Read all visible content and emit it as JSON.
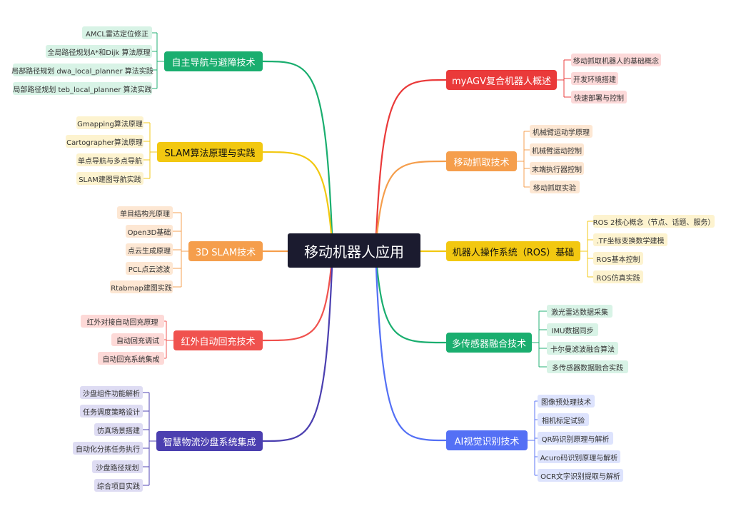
{
  "center": {
    "label": "移动机器人应用"
  },
  "branches": [
    {
      "id": "b1",
      "label": "自主导航与避障技术",
      "color": "#1aae6f",
      "light": "#d8f3e6",
      "leaves": [
        "AMCL雷达定位修正",
        "全局路径规划A*和Dijk 算法原理",
        "局部路径规划 dwa_local_planner 算法实践",
        "局部路径规划 teb_local_planner 算法实践"
      ]
    },
    {
      "id": "b2",
      "label": "SLAM算法原理与实践",
      "color": "#f2c811",
      "light": "#fdf3cf",
      "leaves": [
        "Gmapping算法原理",
        "Cartographer算法原理",
        "单点导航与多点导航",
        "SLAM建图导航实践"
      ]
    },
    {
      "id": "b3",
      "label": "3D SLAM技术",
      "color": "#f59e4c",
      "light": "#fde7d3",
      "leaves": [
        "单目结构光原理",
        "Open3D基础",
        "点云生成原理",
        "PCL点云滤波",
        "Rtabmap建图实践"
      ]
    },
    {
      "id": "b4",
      "label": "红外自动回充技术",
      "color": "#f0524e",
      "light": "#fdd9d7",
      "leaves": [
        "红外对接自动回充原理",
        "自动回充调试",
        "自动回充系统集成"
      ]
    },
    {
      "id": "b5",
      "label": "智慧物流沙盘系统集成",
      "color": "#4b3fb0",
      "light": "#dedcf3",
      "leaves": [
        "沙盘组件功能解析",
        "任务调度策略设计",
        "仿真场景搭建",
        "自动化分拣任务执行",
        "沙盘路径规划",
        "综合项目实践"
      ]
    },
    {
      "id": "b6",
      "label": "myAGV复合机器人概述",
      "color": "#ea3a3a",
      "light": "#fcd9d9",
      "leaves": [
        "移动抓取机器人的基础概念",
        "开发环境搭建",
        "快速部署与控制"
      ]
    },
    {
      "id": "b7",
      "label": "移动抓取技术",
      "color": "#f59e4c",
      "light": "#fde7d3",
      "leaves": [
        "机械臂运动学原理",
        "机械臂运动控制",
        "末端执行器控制",
        "移动抓取实验"
      ]
    },
    {
      "id": "b8",
      "label": "机器人操作系统（ROS）基础",
      "color": "#f2c811",
      "light": "#fdf3cf",
      "leaves": [
        "ROS 2核心概念（节点、话题、服务）",
        ".TF坐标变换数学建模",
        "ROS基本控制",
        "ROS仿真实践"
      ]
    },
    {
      "id": "b9",
      "label": "多传感器融合技术",
      "color": "#1aae6f",
      "light": "#d8f3e6",
      "leaves": [
        "激光雷达数据采集",
        "IMU数据同步",
        "卡尔曼滤波融合算法",
        "多传感器数据融合实践"
      ]
    },
    {
      "id": "b10",
      "label": "AI视觉识别技术",
      "color": "#5470f5",
      "light": "#dde3fd",
      "leaves": [
        "图像预处理技术",
        "相机标定试验",
        "QR码识别原理与解析",
        "Acuro码识别原理与解析",
        "OCR文字识别提取与解析"
      ]
    }
  ]
}
